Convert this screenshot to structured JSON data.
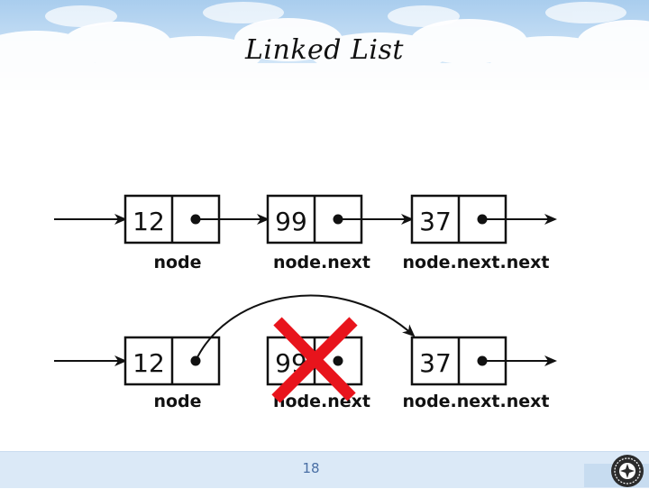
{
  "slide": {
    "title": "Linked List",
    "page_number": "18"
  },
  "diagram": {
    "top_list": {
      "values": [
        "12",
        "99",
        "37"
      ],
      "labels": [
        "node",
        "node.next",
        "node.next.next"
      ]
    },
    "bottom_list": {
      "values": [
        "12",
        "99",
        "37"
      ],
      "labels": [
        "node",
        "node.next",
        "node.next.next"
      ],
      "removed_index": 1
    },
    "colors": {
      "stroke": "#111111",
      "cross": "#e8141c",
      "sky": "#bcd7f0",
      "footer": "#dbe9f7"
    }
  }
}
